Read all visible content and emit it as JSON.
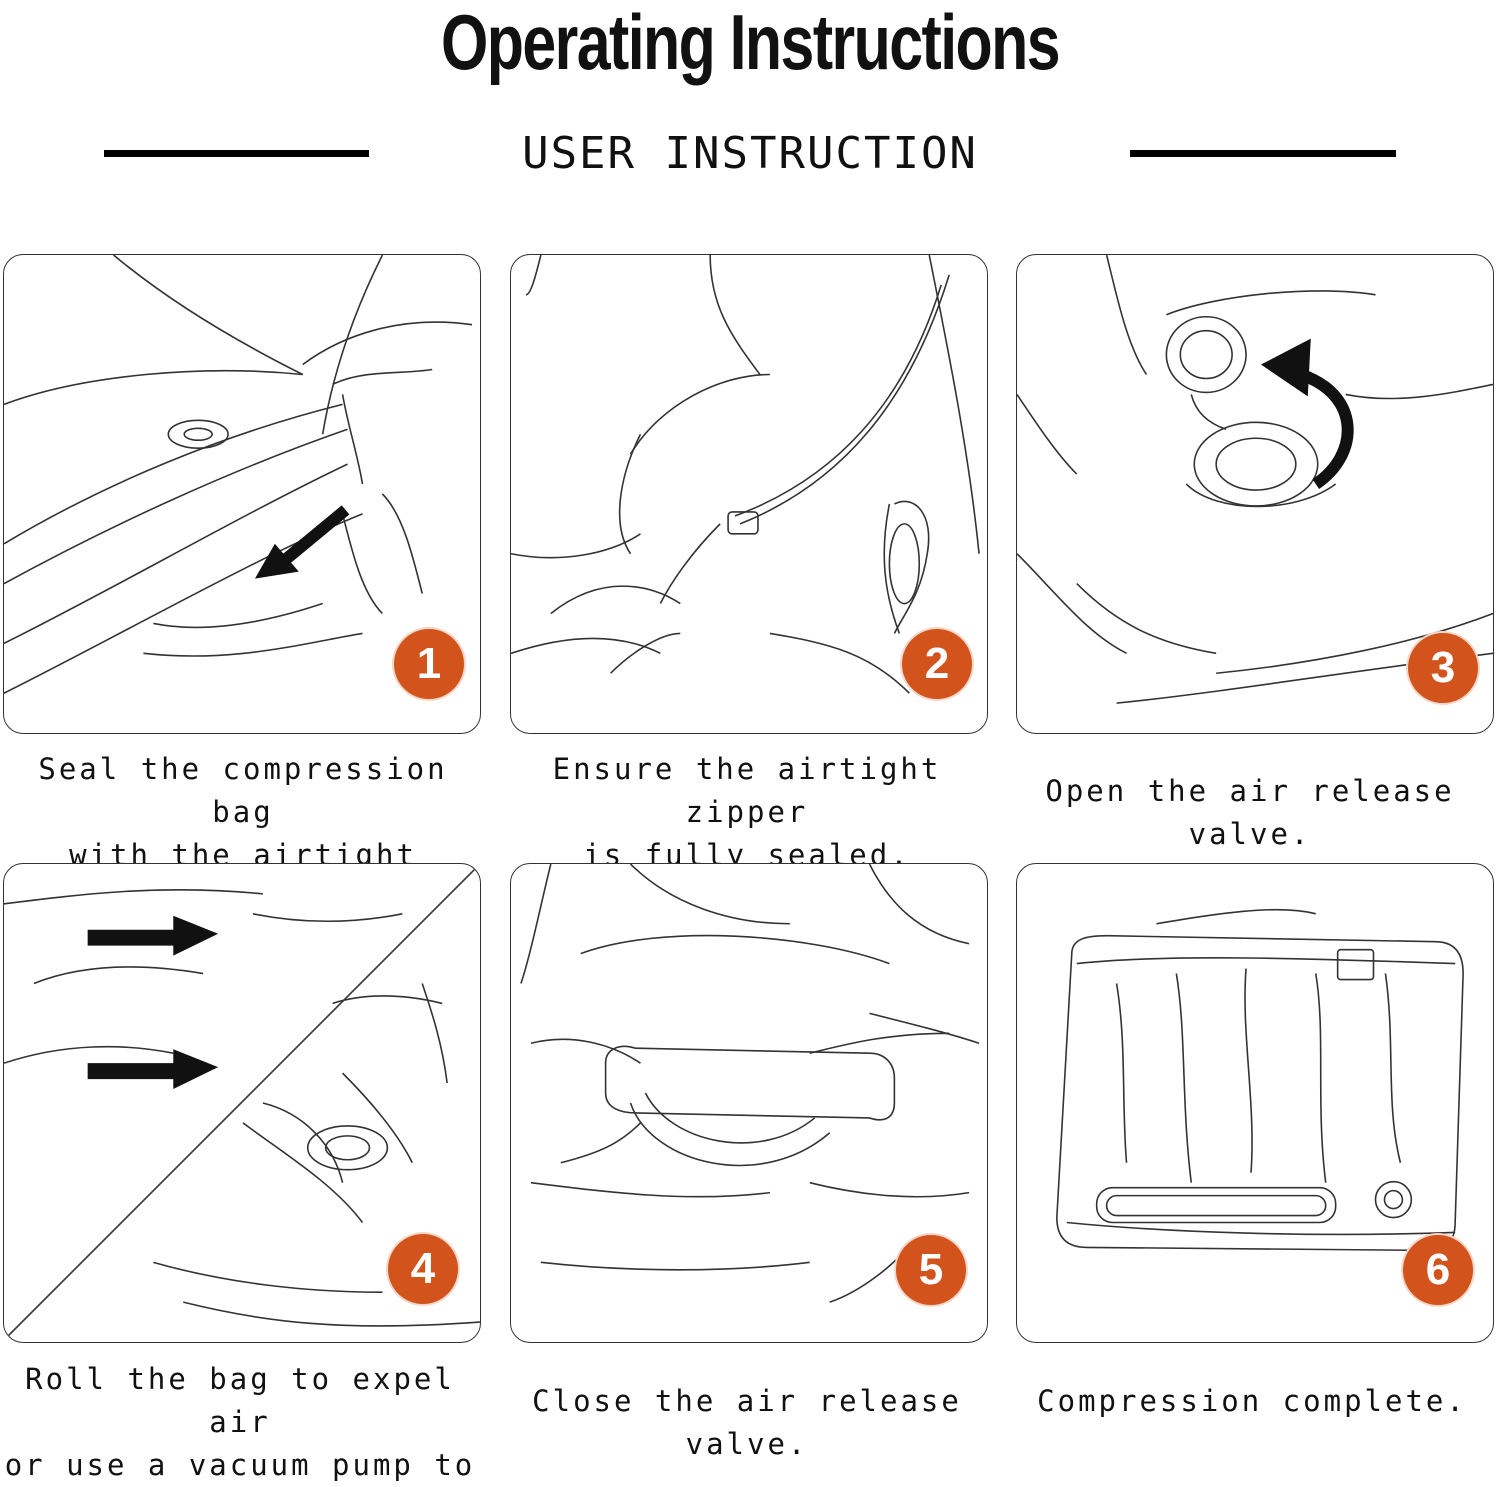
{
  "header": {
    "title": "Operating Instructions",
    "subtitle": "USER INSTRUCTION"
  },
  "steps": [
    {
      "number": "1",
      "caption_line1": "Seal the compression bag",
      "caption_line2": "with the airtight zipper."
    },
    {
      "number": "2",
      "caption_line1": "Ensure the airtight zipper",
      "caption_line2": "is fully sealed."
    },
    {
      "number": "3",
      "caption_line1": "Open the air release valve.",
      "caption_line2": ""
    },
    {
      "number": "4",
      "caption_line1": "Roll the bag to expel air",
      "caption_line2": "or use a vacuum pump to"
    },
    {
      "number": "5",
      "caption_line1": "Close the air release",
      "caption_line2": "valve."
    },
    {
      "number": "6",
      "caption_line1": "Compression complete.",
      "caption_line2": ""
    }
  ],
  "colors": {
    "badge": "#d2541c",
    "line": "#333333",
    "arrow": "#111111"
  },
  "icons": [
    "left-arrow-icon",
    "curved-arrow-icon",
    "right-arrow-icon"
  ]
}
